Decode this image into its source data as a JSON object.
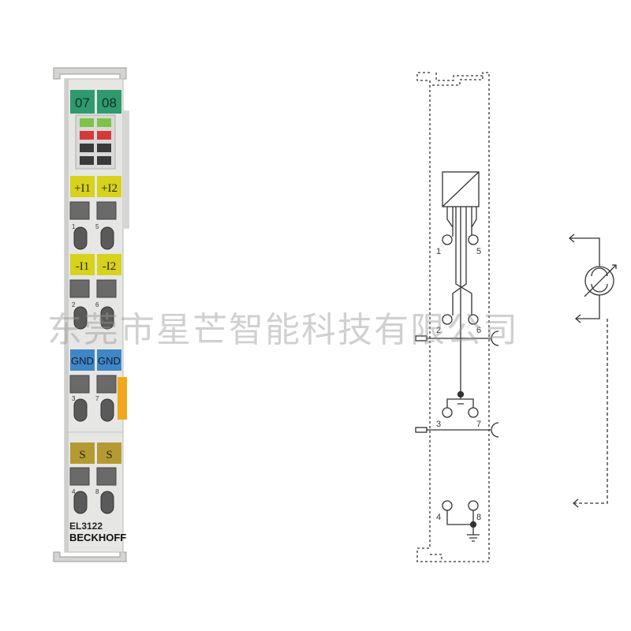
{
  "module": {
    "led_labels": [
      "07",
      "08"
    ],
    "terminal_rows": [
      {
        "labels": [
          "+I1",
          "+I2"
        ],
        "pins": [
          "1",
          "5"
        ],
        "color": "#d7d21c"
      },
      {
        "labels": [
          "-I1",
          "-I2"
        ],
        "pins": [
          "2",
          "6"
        ],
        "color": "#d7d21c"
      },
      {
        "labels": [
          "GND",
          "GND"
        ],
        "pins": [
          "3",
          "7"
        ],
        "color": "#3f86c6"
      },
      {
        "labels": [
          "S",
          "S"
        ],
        "pins": [
          "4",
          "8"
        ],
        "color": "#b49a32"
      }
    ],
    "model": "EL3122",
    "brand": "BECKHOFF"
  },
  "schematic": {
    "pin_labels": [
      "1",
      "5",
      "2",
      "6",
      "3",
      "7",
      "4",
      "8"
    ]
  },
  "watermark": "东莞市星芒智能科技有限公司",
  "colors": {
    "led_green": "#2e9a6e",
    "housing": "#e6e6e4",
    "yellow": "#d7d21c",
    "blue": "#3f86c6",
    "shield": "#b49a32",
    "orange_latch": "#f0a81a"
  }
}
